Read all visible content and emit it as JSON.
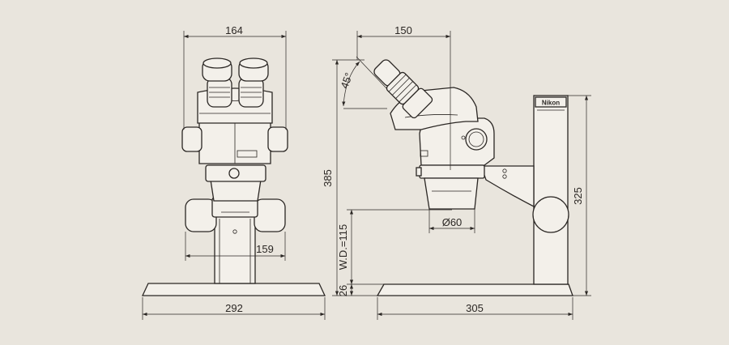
{
  "front_view": {
    "top_width": "164",
    "focus_knob_width": "159",
    "base_width": "292"
  },
  "side_view": {
    "eyepiece_offset": "150",
    "eyepiece_angle": "45°",
    "total_height": "385",
    "working_distance": "W.D.=115",
    "base_height": "26",
    "objective_diameter": "Ø60",
    "stand_height": "325",
    "base_depth": "305",
    "brand_label": "Nikon"
  },
  "colors": {
    "background": "#e9e5dd",
    "line": "#2b2724",
    "part_fill": "#f3f0ea"
  }
}
